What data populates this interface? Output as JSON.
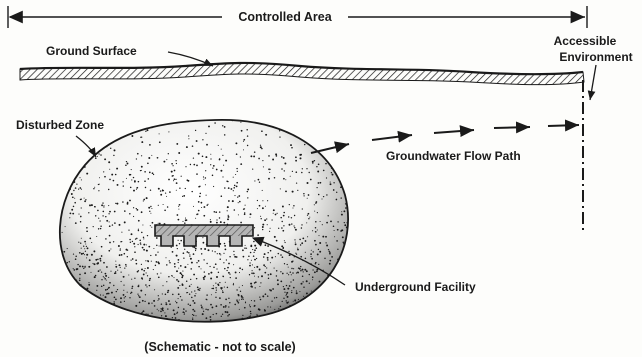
{
  "diagram": {
    "controlled_area_label": "Controlled Area",
    "ground_surface_label": "Ground Surface",
    "accessible_environment_label_line1": "Accessible",
    "accessible_environment_label_line2": "Environment",
    "disturbed_zone_label": "Disturbed Zone",
    "groundwater_flow_label": "Groundwater Flow Path",
    "underground_facility_label": "Underground Facility",
    "caption": "(Schematic - not to scale)"
  },
  "colors": {
    "ink": "#1a1a1a",
    "paper": "#fdfdfb",
    "facility_fill": "#b5b5b5"
  }
}
